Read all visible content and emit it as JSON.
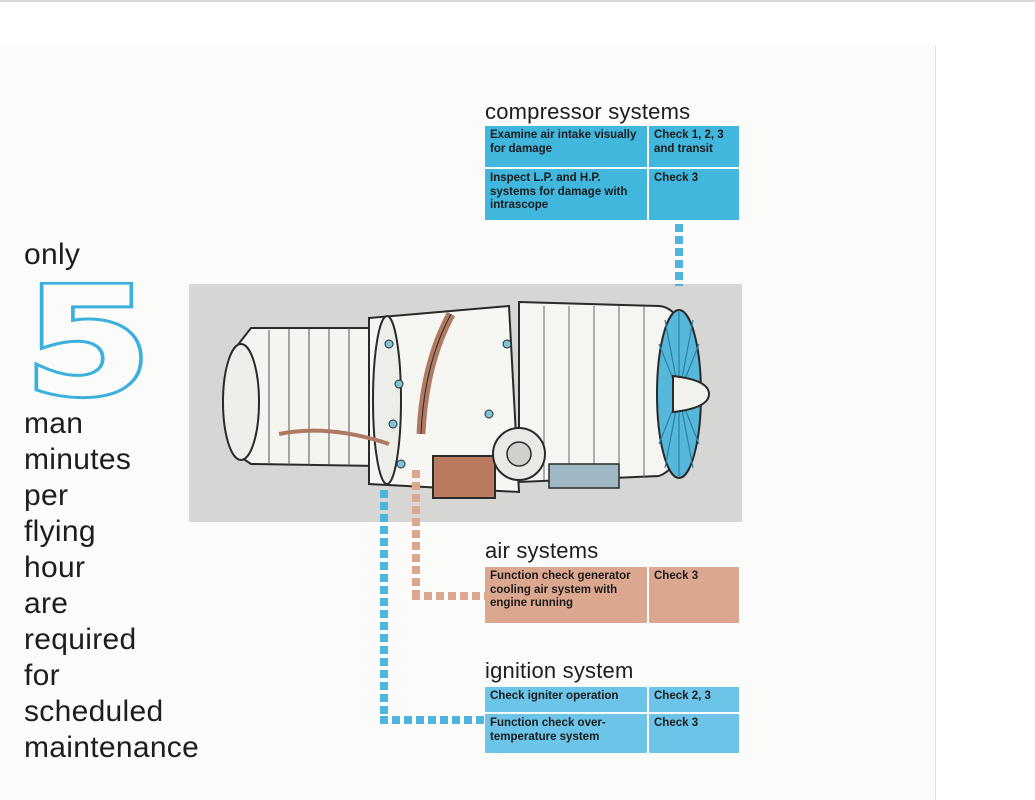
{
  "headline": {
    "lead_word": "only",
    "big_number": "5",
    "lines": [
      "man",
      "minutes",
      "per",
      "flying",
      "hour",
      "are",
      "required",
      "for",
      "scheduled",
      "maintenance"
    ]
  },
  "compressor_systems": {
    "title": "compressor systems",
    "rows": [
      {
        "task": "Examine air intake visually for damage",
        "check": "Check 1, 2, 3 and transit"
      },
      {
        "task": "Inspect L.P. and H.P. systems for damage with intrascope",
        "check": "Check 3"
      }
    ]
  },
  "air_systems": {
    "title": "air systems",
    "rows": [
      {
        "task": "Function check generator cooling air system with engine running",
        "check": "Check 3"
      }
    ]
  },
  "ignition_system": {
    "title": "ignition system",
    "rows": [
      {
        "task": "Check igniter operation",
        "check": "Check 2, 3"
      },
      {
        "task": "Function check over-temperature system",
        "check": "Check 3"
      }
    ]
  },
  "colors": {
    "compressor": "#41b7de",
    "air": "#dca78f",
    "ignition": "#6cc5e8",
    "numeral": "#3bb0dc"
  }
}
